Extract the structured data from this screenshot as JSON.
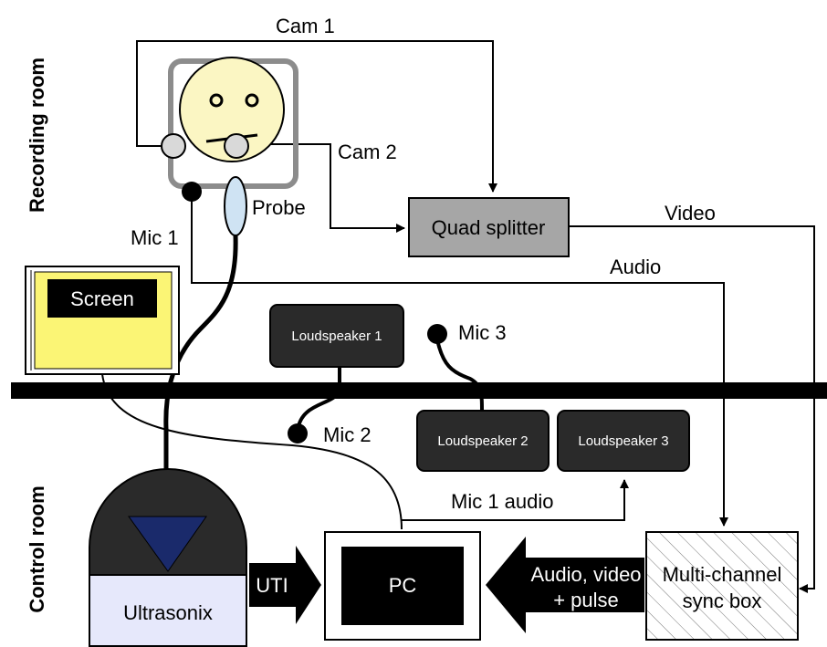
{
  "rooms": {
    "recording": "Recording room",
    "control": "Control room"
  },
  "blocks": {
    "screen": "Screen",
    "quad_splitter": "Quad splitter",
    "loudspeaker_1": "Loudspeaker 1",
    "loudspeaker_2": "Loudspeaker 2",
    "loudspeaker_3": "Loudspeaker 3",
    "pc": "PC",
    "ultrasonix": "Ultrasonix",
    "sync_box_line1": "Multi-channel",
    "sync_box_line2": "sync box"
  },
  "labels": {
    "cam1": "Cam 1",
    "cam2": "Cam 2",
    "probe": "Probe",
    "mic1": "Mic 1",
    "mic2": "Mic 2",
    "mic3": "Mic 3",
    "video": "Video",
    "audio": "Audio",
    "mic1_audio": "Mic 1 audio",
    "uti": "UTI",
    "avp_line1": "Audio, video",
    "avp_line2": "+ pulse"
  },
  "colors": {
    "face": "#fbf6c3",
    "screen_fill": "#fbf575",
    "splitter_fill": "#a6a6a6",
    "probe_fill": "#cfe3f3",
    "ultrasonix_fill": "#e6e8fb",
    "ultrasonix_triangle": "#1a2a6b",
    "device_dark": "#2a2a2a"
  }
}
